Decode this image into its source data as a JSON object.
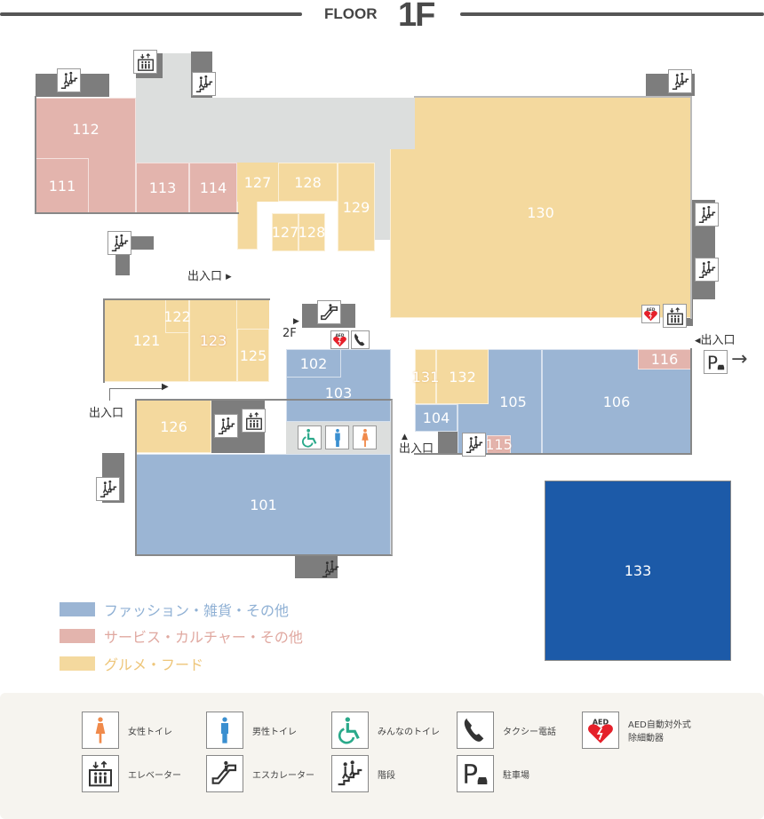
{
  "header": {
    "floor_word": "FLOOR",
    "floor_number": "1F"
  },
  "rooms": {
    "r101": "101",
    "r102": "102",
    "r103": "103",
    "r104": "104",
    "r105": "105",
    "r106": "106",
    "r111": "111",
    "r112": "112",
    "r113": "113",
    "r114": "114",
    "r115": "115",
    "r116": "116",
    "r121": "121",
    "r122": "122",
    "r123": "123",
    "r125": "125",
    "r126": "126",
    "r127a": "127",
    "r128a": "128",
    "r127b": "127",
    "r128b": "128",
    "r129": "129",
    "r130": "130",
    "r131": "131",
    "r132": "132",
    "r133": "133"
  },
  "labels": {
    "entrance": "出入口",
    "to_2f": "2F",
    "parking_arrow": "→"
  },
  "legend": [
    {
      "label": "ファッション・雑貨・その他",
      "color": "#9bb5d4"
    },
    {
      "label": "サービス・カルチャー・その他",
      "color": "#e3b4ad"
    },
    {
      "label": "グルメ・フード",
      "color": "#f4d99e"
    }
  ],
  "key": [
    {
      "icon": "female-toilet-icon",
      "label": "女性トイレ"
    },
    {
      "icon": "male-toilet-icon",
      "label": "男性トイレ"
    },
    {
      "icon": "accessible-toilet-icon",
      "label": "みんなのトイレ"
    },
    {
      "icon": "taxi-phone-icon",
      "label": "タクシー電話"
    },
    {
      "icon": "aed-icon",
      "label": "AED自動対外式",
      "label2": "除細動器"
    },
    {
      "icon": "elevator-icon",
      "label": "エレベーター"
    },
    {
      "icon": "escalator-icon",
      "label": "エスカレーター"
    },
    {
      "icon": "stairs-icon",
      "label": "階段"
    },
    {
      "icon": "parking-icon",
      "label": "駐車場"
    }
  ],
  "colors": {
    "fashion": "#9bb5d4",
    "service": "#e3b4ad",
    "food": "#f4d99e",
    "room133": "#1c5aa8",
    "aed": "#e5202a",
    "female": "#f08a4b",
    "male": "#3a8fd0",
    "accessible": "#2aa98a"
  }
}
